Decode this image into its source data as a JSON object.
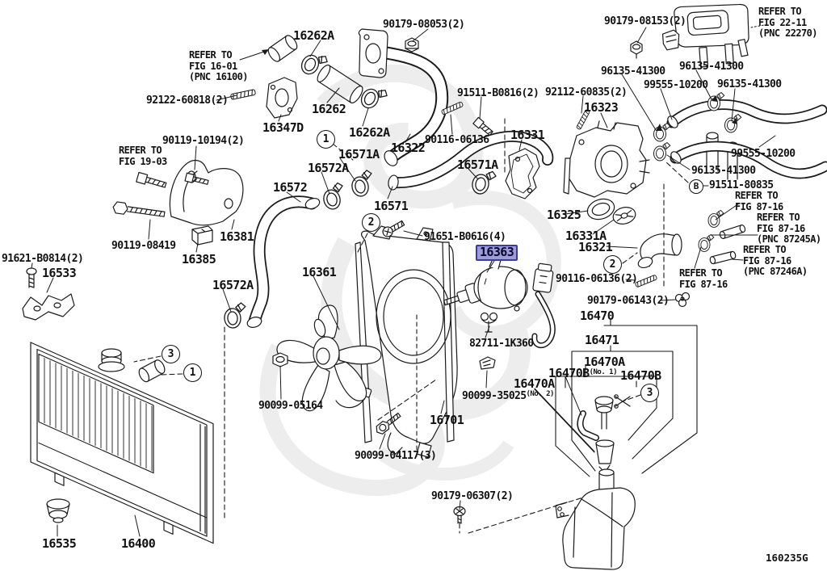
{
  "diagram": {
    "page_code": "160235G",
    "highlighted_part": "16363",
    "colors": {
      "highlight_bg": "#9c9cdb",
      "highlight_border": "#3d3d99",
      "line": "#1a1a1a",
      "text": "#111111",
      "watermark": "#ededed"
    },
    "callouts": {
      "c1_top": "1",
      "c2_mid": "2",
      "c3_rad": "3",
      "c1_rad": "1",
      "c2_right": "2",
      "c3_res": "3",
      "cb": "B"
    },
    "labels": {
      "refer_16_01": {
        "text": "REFER TO\nFIG 16-01\n(PNC 16100)"
      },
      "p92122_60818": {
        "text": "92122-60818(2)"
      },
      "p16262a_top": {
        "text": "16262A"
      },
      "p90179_08053": {
        "text": "90179-08053(2)"
      },
      "p16262": {
        "text": "16262"
      },
      "p16347d": {
        "text": "16347D"
      },
      "p16262a_mid": {
        "text": "16262A"
      },
      "p16322": {
        "text": "16322"
      },
      "p91511_b0816": {
        "text": "91511-B0816(2)"
      },
      "p90116_06136_top": {
        "text": "90116-06136"
      },
      "p16331": {
        "text": "16331"
      },
      "p90179_08153": {
        "text": "90179-08153(2)"
      },
      "refer_22_11": {
        "text": "REFER TO\nFIG 22-11\n(PNC 22270)"
      },
      "p92112_60835": {
        "text": "92112-60835(2)"
      },
      "p16323": {
        "text": "16323"
      },
      "p96135_a": {
        "text": "96135-41300"
      },
      "p96135_b": {
        "text": "96135-41300"
      },
      "p96135_c": {
        "text": "96135-41300"
      },
      "p99555_top": {
        "text": "99555-10200"
      },
      "p99555_right": {
        "text": "99555-10200"
      },
      "p96135_d": {
        "text": "96135-41300"
      },
      "p91511_80835": {
        "text": "91511-80835"
      },
      "refer_87_16_a": {
        "text": "REFER TO\nFIG 87-16"
      },
      "refer_87_16_b": {
        "text": "REFER TO\nFIG 87-16\n(PNC 87245A)"
      },
      "refer_87_16_c": {
        "text": "REFER TO\nFIG 87-16\n(PNC 87246A)"
      },
      "refer_87_16_d": {
        "text": "REFER TO\nFIG 87-16"
      },
      "p90119_10194": {
        "text": "90119-10194(2)"
      },
      "refer_19_03": {
        "text": "REFER TO\nFIG 19-03"
      },
      "p16572a_top": {
        "text": "16572A"
      },
      "p16571a_top": {
        "text": "16571A"
      },
      "p16571a_right": {
        "text": "16571A"
      },
      "p16572": {
        "text": "16572"
      },
      "p16571": {
        "text": "16571"
      },
      "p16381": {
        "text": "16381"
      },
      "p90119_08419": {
        "text": "90119-08419"
      },
      "p16385": {
        "text": "16385"
      },
      "p91621_b0814": {
        "text": "91621-B0814(2)"
      },
      "p16533": {
        "text": "16533"
      },
      "p16325": {
        "text": "16325"
      },
      "p16331a": {
        "text": "16331A"
      },
      "p16321": {
        "text": "16321"
      },
      "p91651_b0616": {
        "text": "91651-B0616(4)"
      },
      "p16363": {
        "text": "16363"
      },
      "p90116_06136_2": {
        "text": "90116-06136(2)"
      },
      "p90179_06143": {
        "text": "90179-06143(2)"
      },
      "p16470": {
        "text": "16470"
      },
      "p16471": {
        "text": "16471"
      },
      "p16470a_r": {
        "text": "16470A"
      },
      "p16470b_no1": {
        "text": "16470B",
        "sup": "(No. 1)"
      },
      "p16470b": {
        "text": "16470B"
      },
      "p16470a_l": {
        "text": "16470A"
      },
      "p90099_35025": {
        "text": "90099-35025",
        "sup": "(No. 2)"
      },
      "p16572a_low": {
        "text": "16572A"
      },
      "p16361": {
        "text": "16361"
      },
      "p90099_05164": {
        "text": "90099-05164"
      },
      "p82711_1k360": {
        "text": "82711-1K360"
      },
      "p16701": {
        "text": "16701"
      },
      "p90099_04117": {
        "text": "90099-04117(3)"
      },
      "p90179_06307": {
        "text": "90179-06307(2)"
      },
      "p16535": {
        "text": "16535"
      },
      "p16400": {
        "text": "16400"
      }
    }
  }
}
